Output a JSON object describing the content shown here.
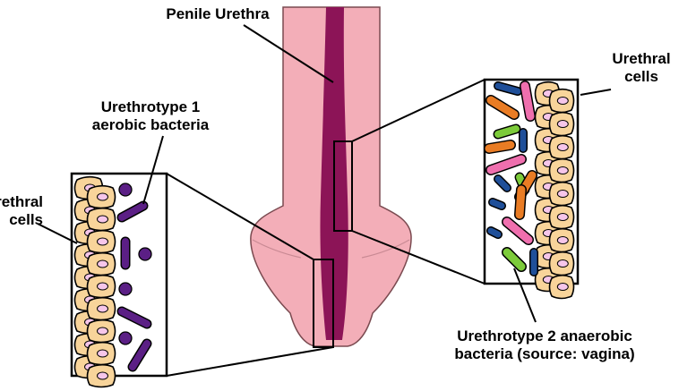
{
  "labels": {
    "penile_urethra": "Penile Urethra",
    "urethrotype1_line1": "Urethrotype 1",
    "urethrotype1_line2": "aerobic bacteria",
    "left_cells_line1": "Urethral",
    "left_cells_line2": "cells",
    "right_cells_line1": "Urethral",
    "right_cells_line2": "cells",
    "urethrotype2_line1": "Urethrotype 2 anaerobic",
    "urethrotype2_line2": "bacteria (source: vagina)"
  },
  "colors": {
    "penis_fill": "#f3aeb8",
    "penis_outline": "#7a4a50",
    "urethra": "#8c1457",
    "cell_fill": "#f8d49a",
    "nucleus": "#f6c6ea",
    "aerobic_bacteria": "#5b1f85",
    "anaerobic_pink": "#ef6fae",
    "anaerobic_orange": "#e97c24",
    "anaerobic_green": "#7ccb3a",
    "anaerobic_blue": "#1f4f99"
  },
  "icons": [
    "urethral-cell-icon",
    "rod-bacterium-icon",
    "coccus-bacterium-icon"
  ]
}
